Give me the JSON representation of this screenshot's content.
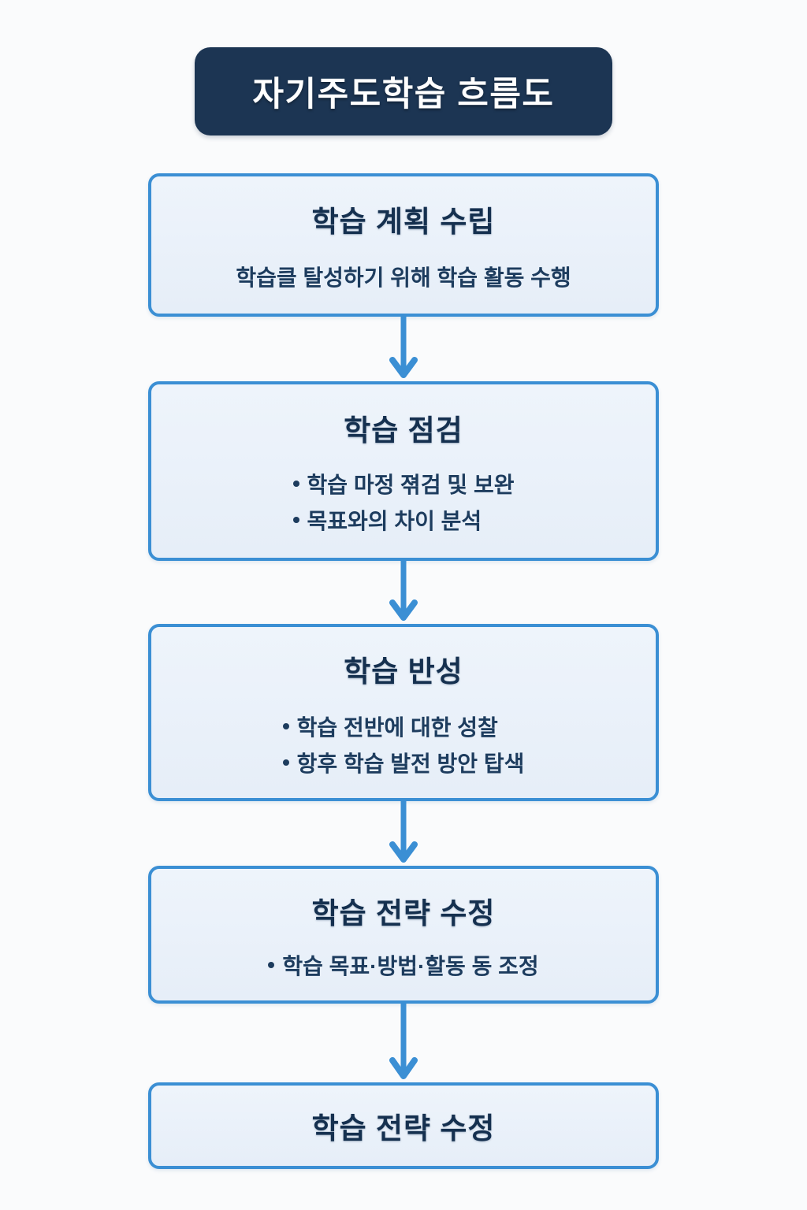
{
  "header": {
    "title": "자기주도학습 흐름도"
  },
  "colors": {
    "page_background": "#fafbfc",
    "banner_background": "#1c3553",
    "banner_text": "#ffffff",
    "box_border": "#3b8fd4",
    "box_fill": "#e9f0f8",
    "heading_text": "#15304f",
    "body_text": "#1d3c5e",
    "arrow": "#3b8fd4"
  },
  "flow": {
    "steps": [
      {
        "title": "학습 계획 수립",
        "lines": [
          {
            "bullet": false,
            "text": "학습클 탈성하기 위해 학습 활동 수행"
          }
        ]
      },
      {
        "title": "학습 점검",
        "lines": [
          {
            "bullet": true,
            "text": "학습 마정 젺검 및 보완"
          },
          {
            "bullet": true,
            "text": "목표와의 차이 분석"
          }
        ]
      },
      {
        "title": "학습 반성",
        "lines": [
          {
            "bullet": true,
            "text": "학습 전반에 대한 성찰"
          },
          {
            "bullet": true,
            "text": "항후 학습 발전 방안 탑색"
          }
        ]
      },
      {
        "title": "학습 전략 수정",
        "lines": [
          {
            "bullet": true,
            "text": "학습 목표·방법·할동 동 조정"
          }
        ]
      },
      {
        "title": "학습 전략 수정",
        "lines": []
      }
    ],
    "connectors": [
      {
        "name": "arrow-step1-to-step2",
        "direction": "down"
      },
      {
        "name": "arrow-step2-to-step3",
        "direction": "down"
      },
      {
        "name": "arrow-step3-to-step4",
        "direction": "down"
      },
      {
        "name": "arrow-step4-to-step5",
        "direction": "down"
      }
    ]
  }
}
